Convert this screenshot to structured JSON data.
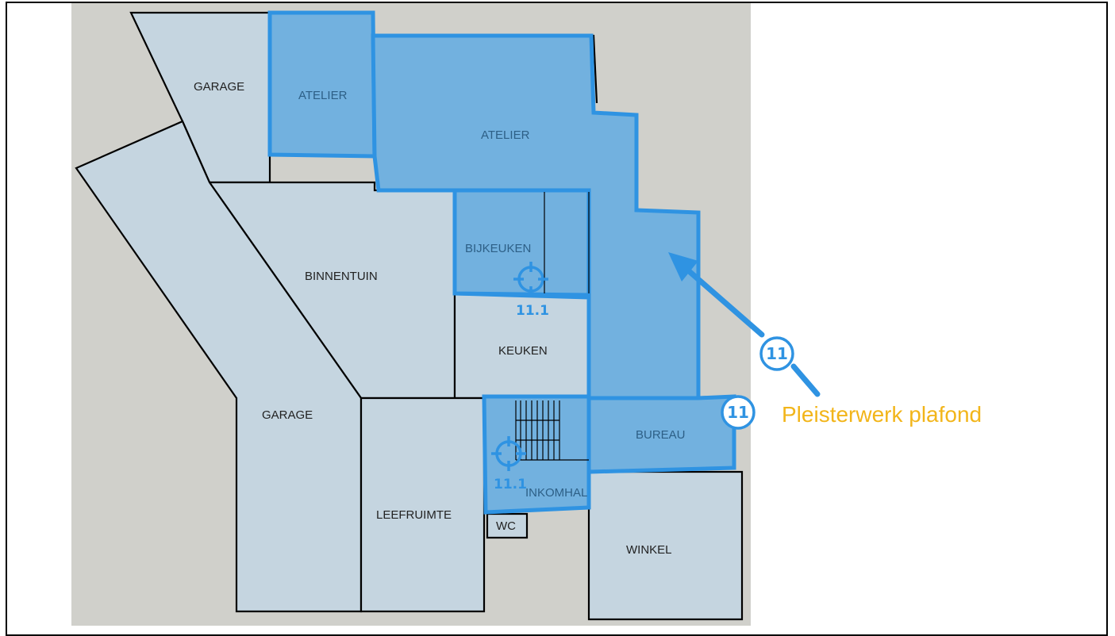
{
  "rooms": {
    "garage_top": "GARAGE",
    "atelier_small": "ATELIER",
    "atelier_large": "ATELIER",
    "bijkeuken": "BIJKEUKEN",
    "binnentuin": "BINNENTUIN",
    "keuken": "KEUKEN",
    "garage_bottom": "GARAGE",
    "bureau": "BUREAU",
    "inkomhal": "INKOMHAL",
    "leefruimte": "LEEFRUIMTE",
    "wc": "WC",
    "winkel": "WINKEL"
  },
  "markers": [
    {
      "label": "11.1",
      "room": "BIJKEUKEN"
    },
    {
      "label": "11.1",
      "room": "INKOMHAL"
    }
  ],
  "badges": {
    "arrow_badge": "11",
    "legend_badge": "11"
  },
  "legend": {
    "text": "Pleisterwerk plafond"
  },
  "colors": {
    "highlight_fill": "#72b1df",
    "highlight_stroke": "#2f93e2",
    "room_fill": "#c5d5e0",
    "background": "#d0d0cb",
    "legend_text": "#f2b51a"
  }
}
